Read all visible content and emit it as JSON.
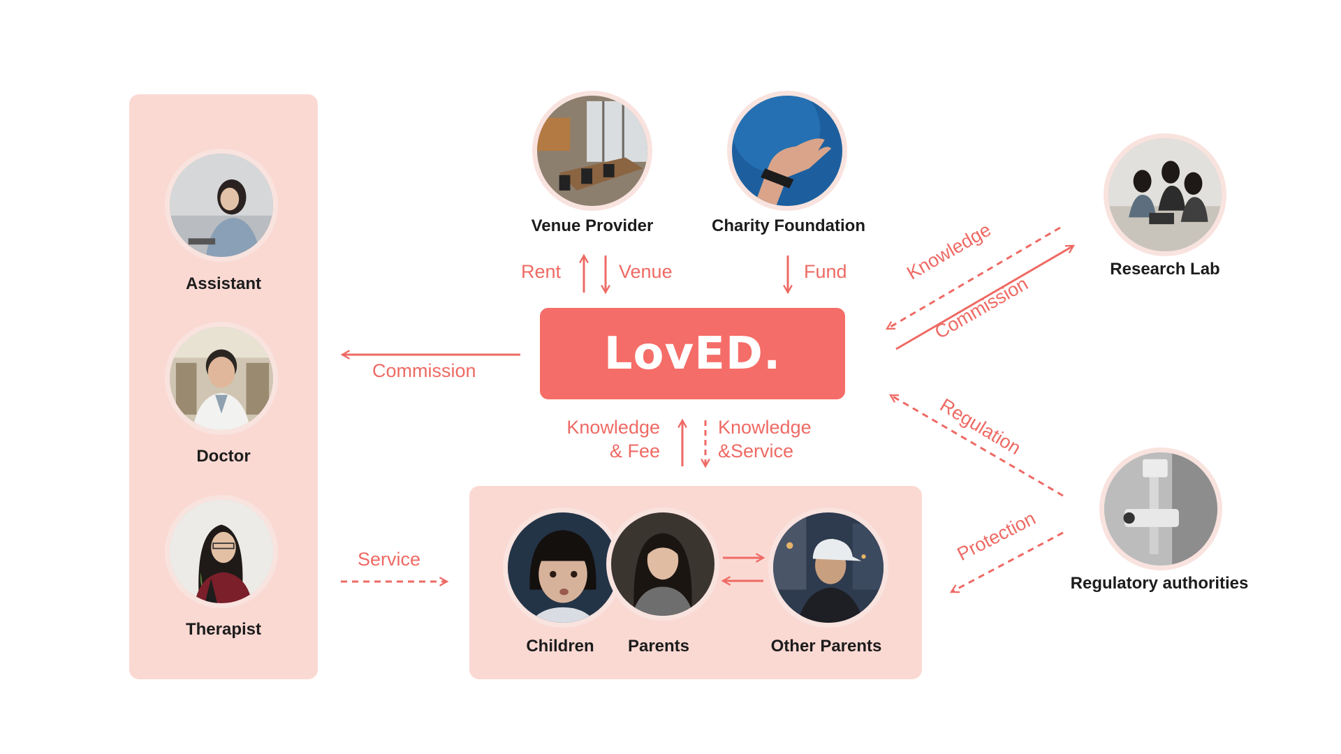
{
  "brand": {
    "name": "LovED."
  },
  "people": {
    "assistant": "Assistant",
    "doctor": "Doctor",
    "therapist": "Therapist",
    "children": "Children",
    "parents": "Parents",
    "other_parents": "Other Parents",
    "venue_provider": "Venue Provider",
    "charity_foundation": "Charity Foundation",
    "research_lab": "Research Lab",
    "regulatory": "Regulatory authorities"
  },
  "flows": {
    "rent": "Rent",
    "venue": "Venue",
    "fund": "Fund",
    "commission_left": "Commission",
    "service": "Service",
    "knowledge_fee_1": "Knowledge",
    "knowledge_fee_2": "& Fee",
    "knowledge_service_1": "Knowledge",
    "knowledge_service_2": "&Service",
    "knowledge_research": "Knowledge",
    "commission_research": "Commission",
    "regulation": "Regulation",
    "protection": "Protection"
  },
  "colors": {
    "accent": "#f56d68",
    "arrow": "#ee6a64",
    "panel": "#fbd9d3",
    "ring": "#f9e3df"
  }
}
